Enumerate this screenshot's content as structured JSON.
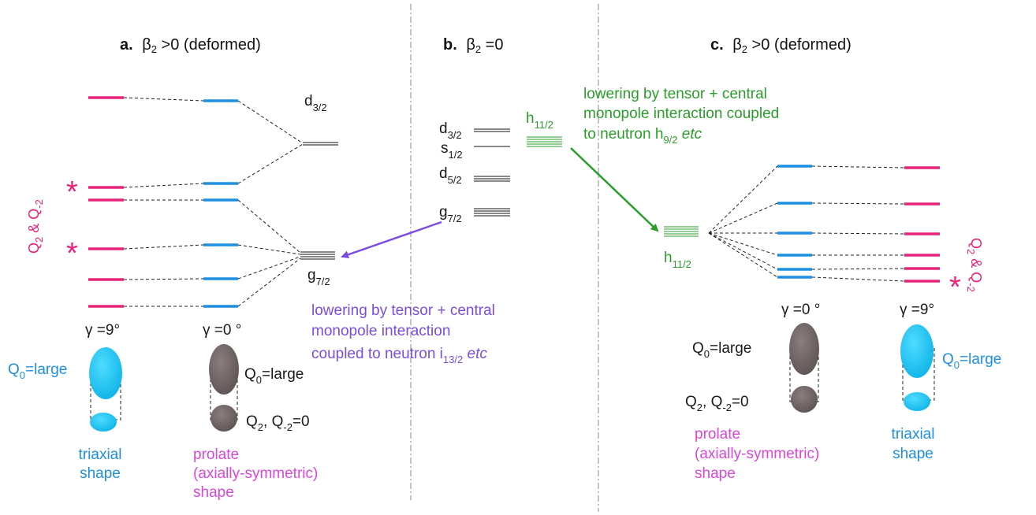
{
  "panels": {
    "a": {
      "letter": "a.",
      "beta": "β",
      "beta_sub": "2",
      "cond": " >0 (deformed)"
    },
    "b": {
      "letter": "b.",
      "beta": "β",
      "beta_sub": "2",
      "cond": " =0"
    },
    "c": {
      "letter": "c.",
      "beta": "β",
      "beta_sub": "2",
      "cond": " >0 (deformed)"
    }
  },
  "levels": {
    "d32": {
      "main": "d",
      "sub": "3/2"
    },
    "g72": {
      "main": "g",
      "sub": "7/2"
    },
    "s12": {
      "main": "s",
      "sub": "1/2"
    },
    "d52": {
      "main": "d",
      "sub": "5/2"
    },
    "h112": {
      "main": "h",
      "sub": "11/2"
    }
  },
  "q_label": {
    "q2": "Q",
    "q2_sub": "2",
    "amp": " & ",
    "qm2": "Q",
    "qm2_sub": "-2"
  },
  "star": "*",
  "gamma": {
    "g9": "γ =9°",
    "g0": "γ =0 °"
  },
  "q0_large": {
    "main": "Q",
    "sub": "0",
    "rest": "=large"
  },
  "q2_zero": {
    "q": "Q",
    "q_sub": "2",
    "mid": ", Q",
    "m_sub": "-2",
    "rest": "=0"
  },
  "shapes": {
    "triaxial": [
      "triaxial",
      "shape"
    ],
    "prolate": [
      "prolate",
      "(axially-symmetric)",
      "shape"
    ]
  },
  "notes": {
    "green": {
      "line1": "lowering by tensor + central",
      "line2": "monopole interaction coupled",
      "line3a": "to neutron h",
      "line3sub": "9/2",
      "line3etc": " etc"
    },
    "purple": {
      "line1": "lowering by tensor + central",
      "line2": "monopole interaction",
      "line3a": "coupled to neutron i",
      "line3sub": "13/2",
      "line3etc": " etc"
    }
  },
  "colors": {
    "magenta_level": "#e8227a",
    "blue_level": "#1d8fe0",
    "green": "#2a9d2a",
    "purple": "#7a4ce0",
    "gray_shape": "#6f6463",
    "cyan_shape": "#1ec8f0",
    "shape_label": "#d946d9"
  },
  "icons": {
    "arrow": "arrow-icon",
    "star": "asterisk-icon",
    "ellipsoid": "ellipsoid-icon"
  }
}
